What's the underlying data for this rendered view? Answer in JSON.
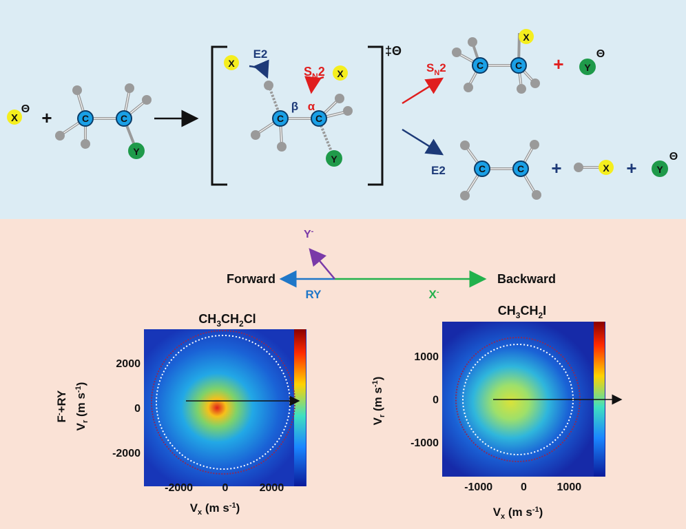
{
  "colors": {
    "top_bg": "#dcecf4",
    "bottom_bg": "#fae2d6",
    "carbon": "#1aa0e6",
    "hydrogen": "#9a9a9a",
    "x_atom": "#f5ee1e",
    "y_atom": "#1f9a4a",
    "e2_color": "#1d3a78",
    "sn2_color": "#e01e1e",
    "forward_color": "#1f77c8",
    "backward_color": "#22b14c",
    "y_ion_color": "#7a3aa8"
  },
  "scheme": {
    "reactant_nucleophile": "X",
    "charge_symbol": "Θ",
    "plus": "+",
    "carbon_label": "C",
    "y_label": "Y",
    "x_label": "X",
    "ts_charge": "‡Θ",
    "e2_label": "E2",
    "sn2_main": "S",
    "sn2_sub": "N",
    "sn2_tail": "2",
    "beta_label": "β",
    "alpha_label": "α"
  },
  "scattering": {
    "y_ion": "Y",
    "y_ion_sup": "-",
    "forward_label": "Forward",
    "backward_label": "Backward",
    "ry_label": "RY",
    "x_ion": "X",
    "x_ion_sup": "-"
  },
  "chart_data": [
    {
      "type": "heatmap",
      "title": "CH3CH2Cl",
      "side_label": "F-+RY",
      "xlabel": "Vx (m s-1)",
      "ylabel": "Vr (m s-1)",
      "xticks": [
        "-2000",
        "0",
        "2000"
      ],
      "xtick_values": [
        -2000,
        0,
        2000
      ],
      "yticks": [
        "2000",
        "0",
        "-2000"
      ],
      "ytick_values": [
        2000,
        0,
        -2000
      ],
      "xlim": [
        -3500,
        3500
      ],
      "ylim": [
        -3500,
        3500
      ]
    },
    {
      "type": "heatmap",
      "title": "CH3CH2I",
      "xlabel": "Vx (m s-1)",
      "ylabel": "Vr (m s-1)",
      "xticks": [
        "-1000",
        "0",
        "1000"
      ],
      "xtick_values": [
        -1000,
        0,
        1000
      ],
      "yticks": [
        "1000",
        "0",
        "-1000"
      ],
      "ytick_values": [
        1000,
        0,
        -1000
      ],
      "xlim": [
        -1800,
        1800
      ],
      "ylim": [
        -1800,
        1800
      ]
    }
  ]
}
